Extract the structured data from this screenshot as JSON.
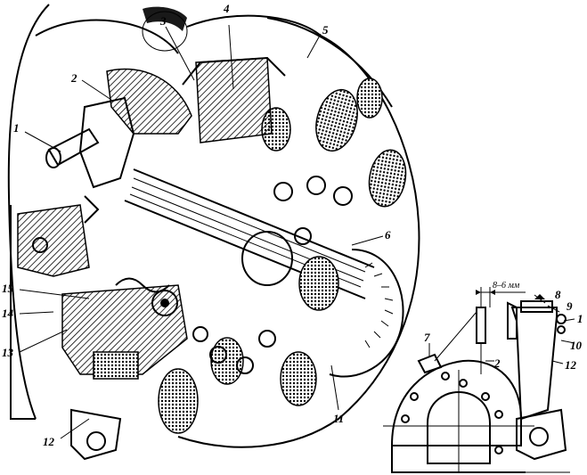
{
  "main_figure": {
    "labels": [
      {
        "id": "1",
        "text": "1"
      },
      {
        "id": "2",
        "text": "2"
      },
      {
        "id": "3",
        "text": "3"
      },
      {
        "id": "4",
        "text": "4"
      },
      {
        "id": "5",
        "text": "5"
      },
      {
        "id": "6",
        "text": "6"
      },
      {
        "id": "11",
        "text": "11"
      },
      {
        "id": "12",
        "text": "12"
      },
      {
        "id": "13",
        "text": "13"
      },
      {
        "id": "14",
        "text": "14"
      },
      {
        "id": "15",
        "text": "15"
      }
    ]
  },
  "inset_figure": {
    "dimension": "8–6 мм",
    "labels": [
      {
        "id": "1",
        "text": "1"
      },
      {
        "id": "2",
        "text": "2"
      },
      {
        "id": "7",
        "text": "7"
      },
      {
        "id": "8",
        "text": "8"
      },
      {
        "id": "9",
        "text": "9"
      },
      {
        "id": "10",
        "text": "10"
      },
      {
        "id": "12",
        "text": "12"
      }
    ]
  }
}
